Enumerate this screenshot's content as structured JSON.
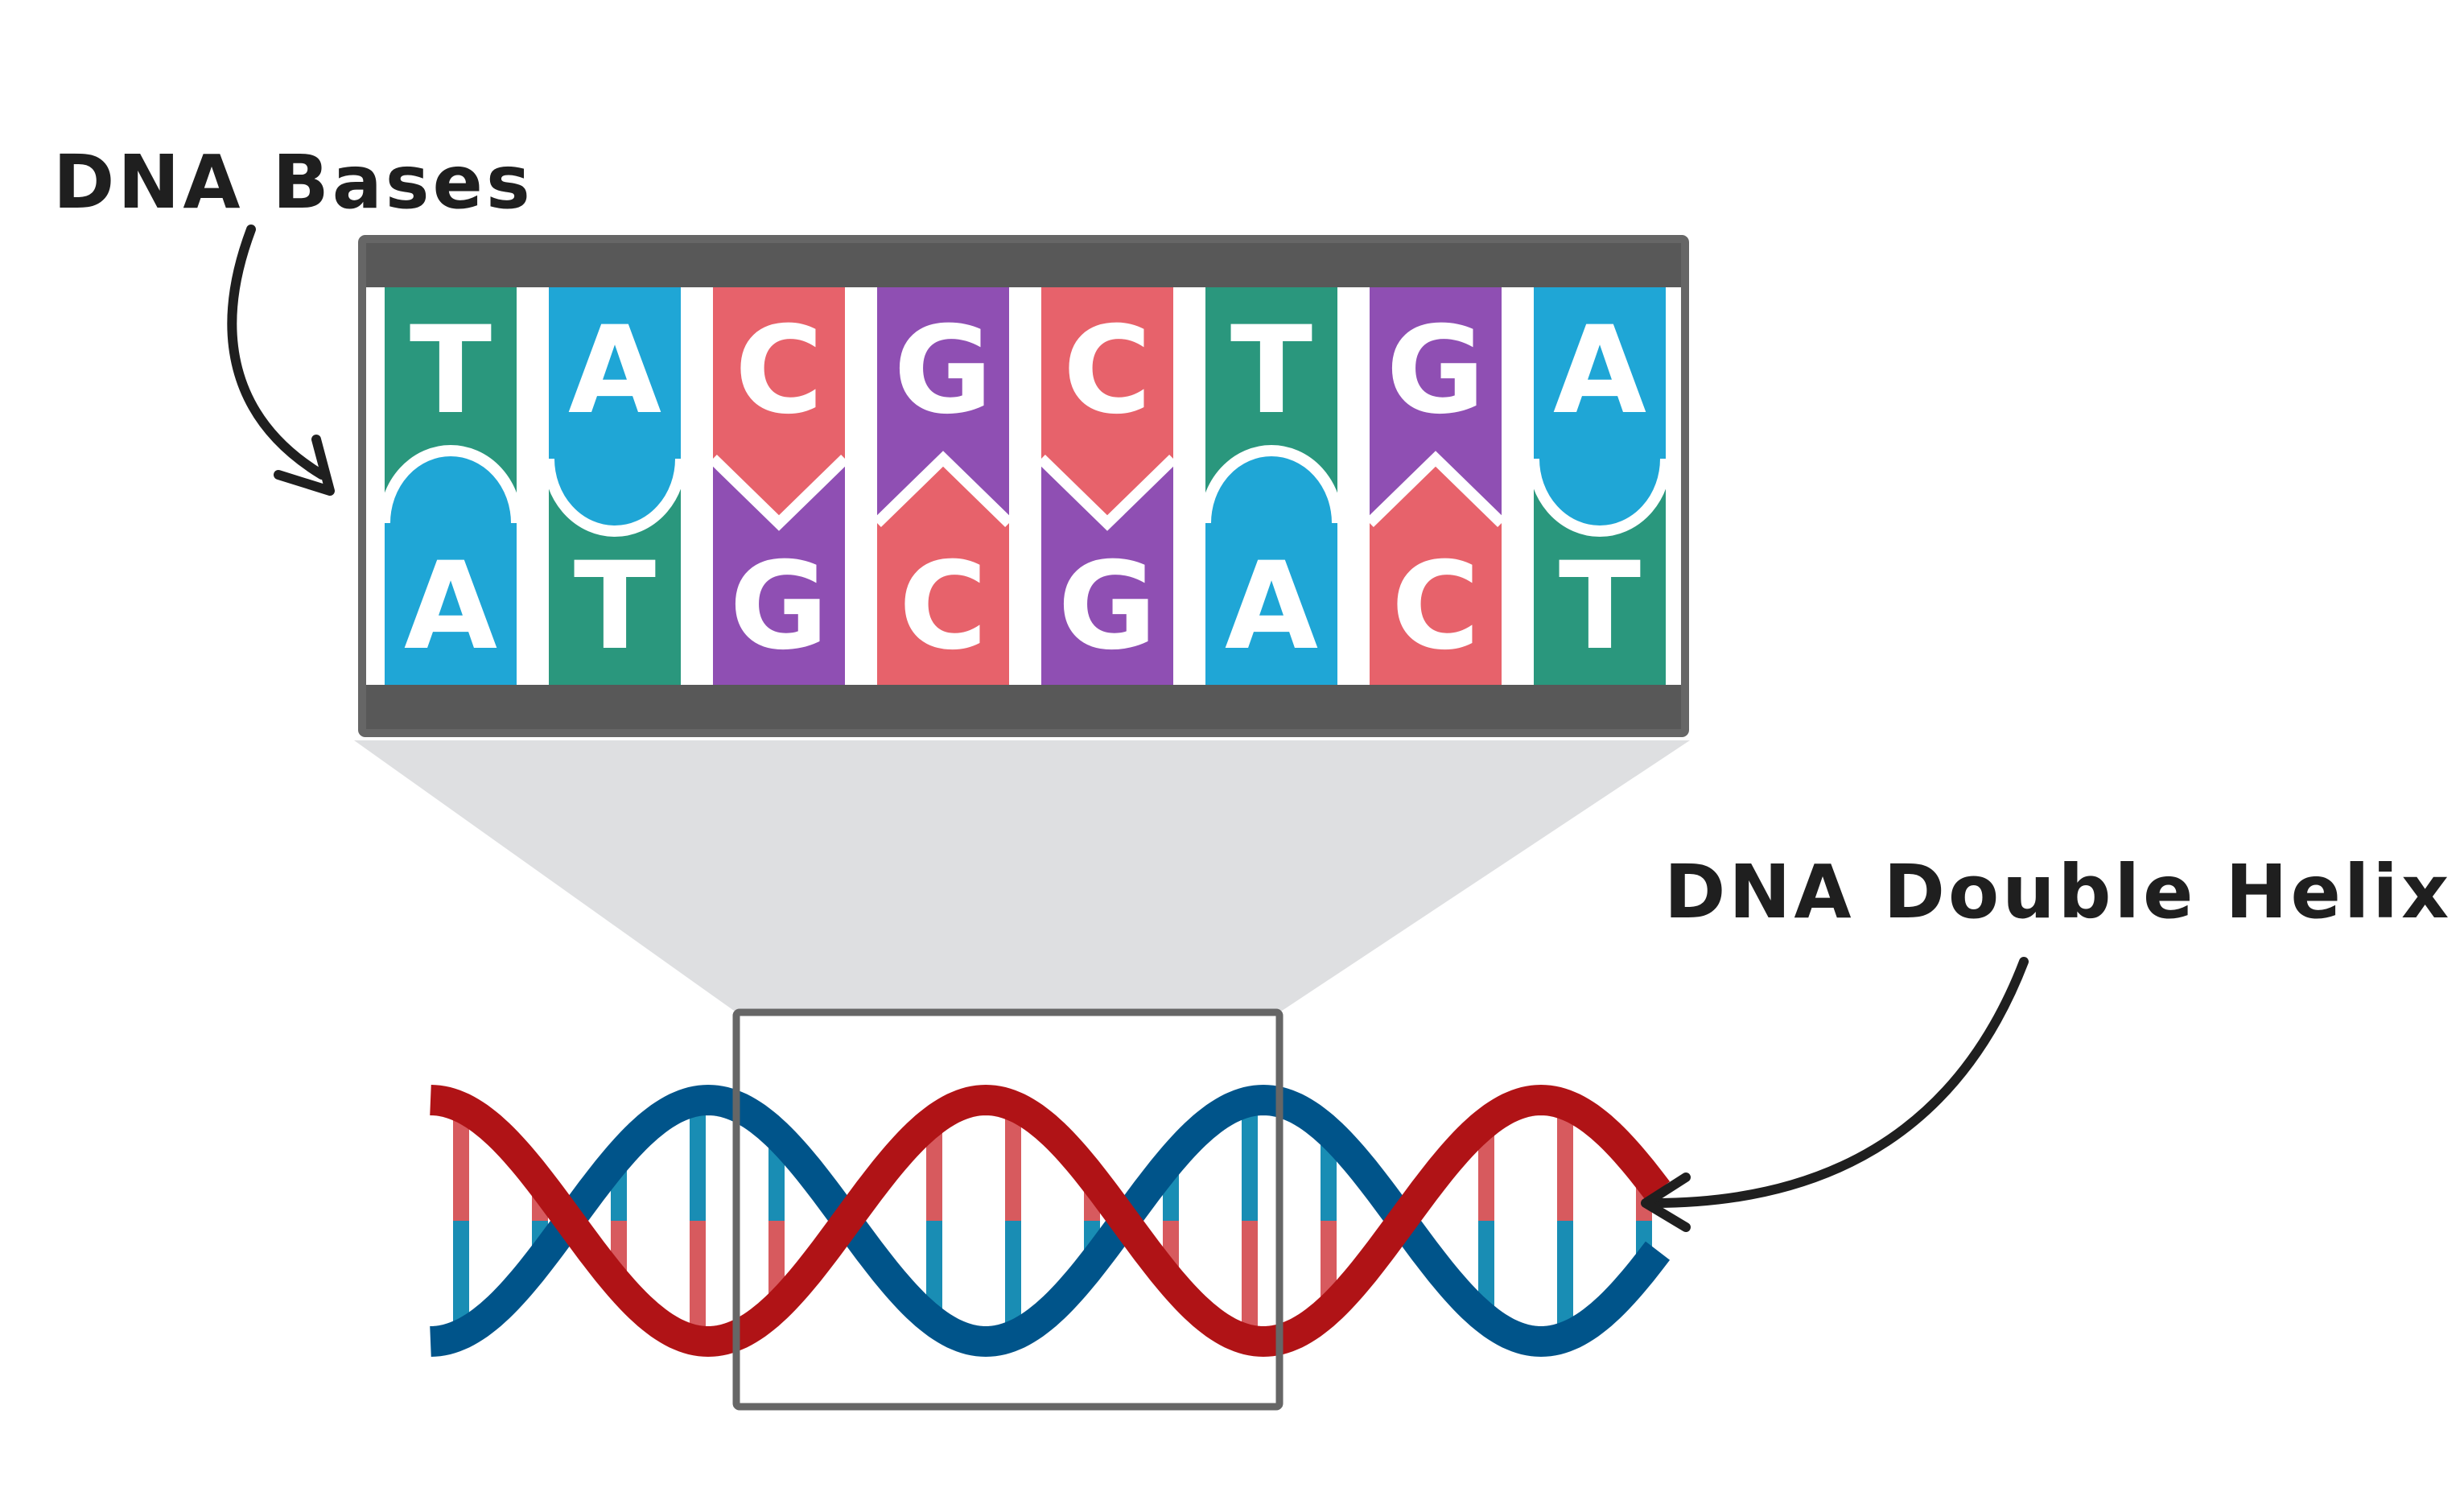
{
  "labels": {
    "bases_title": "DNA Bases",
    "helix_title": "DNA Double Helix"
  },
  "colors": {
    "A": "#1fa6d6",
    "T": "#2a977d",
    "C": "#e7626b",
    "G": "#8f4fb3",
    "frame": "#666666",
    "frame_bar": "#585858",
    "zoom_cone": "#dedfe1",
    "strand_red": "#b01316",
    "strand_blue": "#00548a",
    "rung_red": "#d75a5e",
    "rung_blue": "#198db4",
    "arrow": "#1f1f1f"
  },
  "sequence": {
    "top": [
      "T",
      "A",
      "C",
      "G",
      "C",
      "T",
      "G",
      "A"
    ],
    "bottom": [
      "A",
      "T",
      "G",
      "C",
      "G",
      "A",
      "C",
      "T"
    ]
  },
  "connector_shapes": {
    "A": "round-bump",
    "T": "round-notch",
    "C": "point",
    "G": "v-notch"
  },
  "icons": {
    "bases_arrow": "curved-arrow-icon",
    "helix_arrow": "curved-arrow-icon"
  }
}
